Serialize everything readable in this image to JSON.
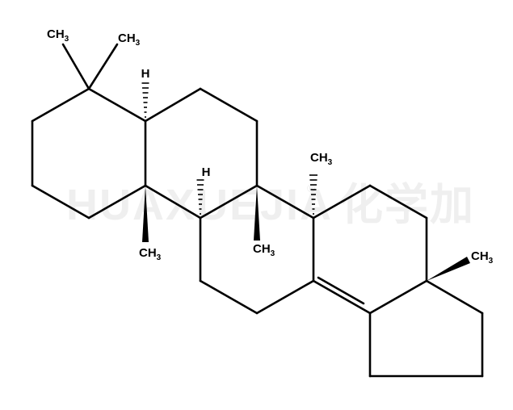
{
  "diagram": {
    "type": "chemical-structure",
    "watermark": {
      "text": "HUAXUEJIA",
      "mark": "®",
      "chinese": "化学加"
    },
    "labels": {
      "ch3_a": [
        "CH",
        "3"
      ],
      "ch3_b": [
        "CH",
        "3"
      ],
      "ch3_c": [
        "CH",
        "3"
      ],
      "ch3_d": [
        "CH",
        "3"
      ],
      "ch3_e": [
        "CH",
        "3"
      ],
      "ch3_f": [
        "CH",
        "3"
      ],
      "h_a": "H",
      "h_b": "H"
    }
  }
}
